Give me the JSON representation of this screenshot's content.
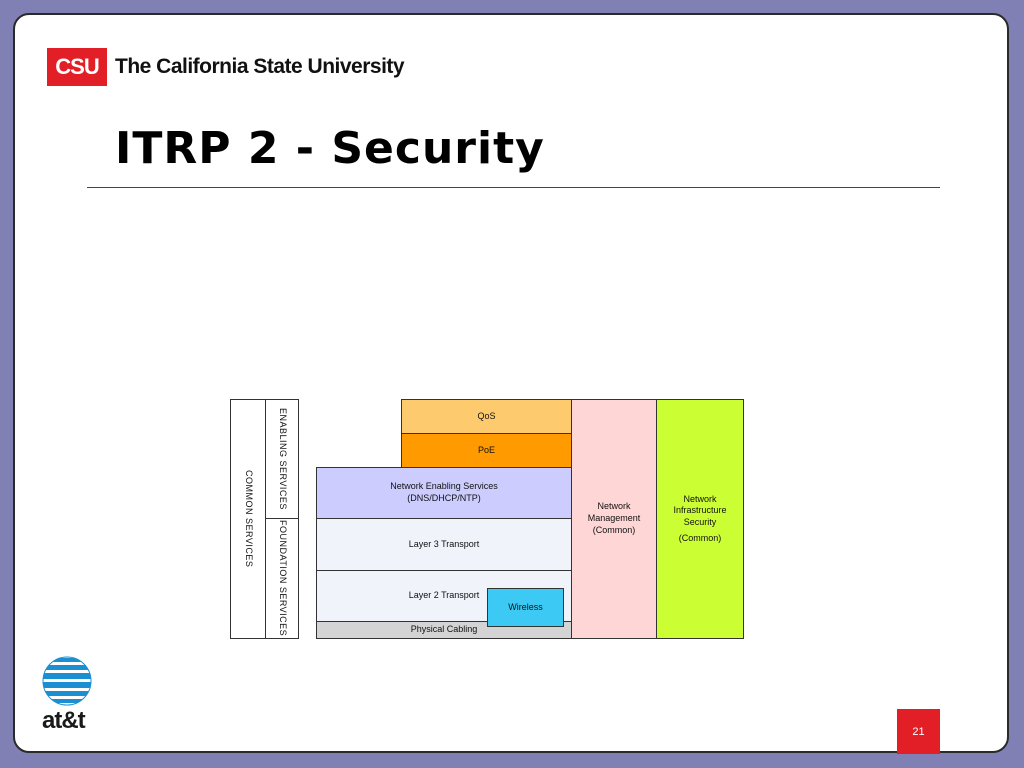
{
  "header": {
    "logo_text": "CSU",
    "university_name": "The California State University",
    "title": "ITRP 2 - Security"
  },
  "diagram": {
    "common_services": "COMMON SERVICES",
    "enabling_services": "ENABLING SERVICES",
    "foundation_services": "FOUNDATION SERVICES",
    "qos": "QoS",
    "poe": "PoE",
    "network_enabling": "Network Enabling Services (DNS/DHCP/NTP)",
    "layer3": "Layer 3 Transport",
    "layer2": "Layer 2 Transport",
    "wireless": "Wireless",
    "physical": "Physical Cabling",
    "network_management": "Network Management (Common)",
    "infra_security": "Network Infrastructure Security",
    "infra_security_common": "(Common)"
  },
  "footer": {
    "att_logo_text": "at&t",
    "page_number": "21"
  },
  "colors": {
    "background": "#8080b4",
    "csu_red": "#e21f26",
    "qos": "#fdcb6e",
    "poe": "#ff9a00",
    "network_enabling": "#ccccff",
    "transport": "#f0f3fa",
    "physical": "#d4d4d4",
    "wireless": "#3ccaf4",
    "management": "#ffd6d6",
    "security": "#ccff33"
  }
}
